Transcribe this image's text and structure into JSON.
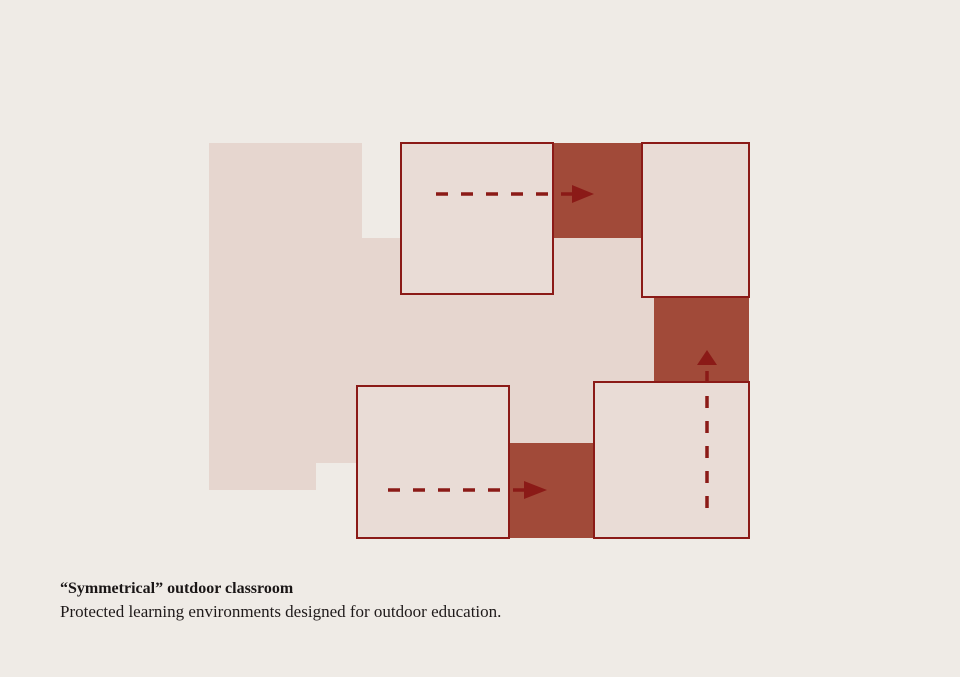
{
  "caption": {
    "title": "“Symmetrical” outdoor classroom",
    "subtitle": "Protected learning environments designed for outdoor education."
  },
  "colors": {
    "background": "#efebe6",
    "site_fill": "#e6d6cf",
    "room_fill": "#e9dcd6",
    "connector_fill": "#a14a39",
    "outline": "#8b1a17",
    "arrow": "#8b1a17"
  },
  "diagram": {
    "classrooms": 4,
    "connectors": 3,
    "flow_arrows": [
      "right",
      "right",
      "up"
    ]
  }
}
